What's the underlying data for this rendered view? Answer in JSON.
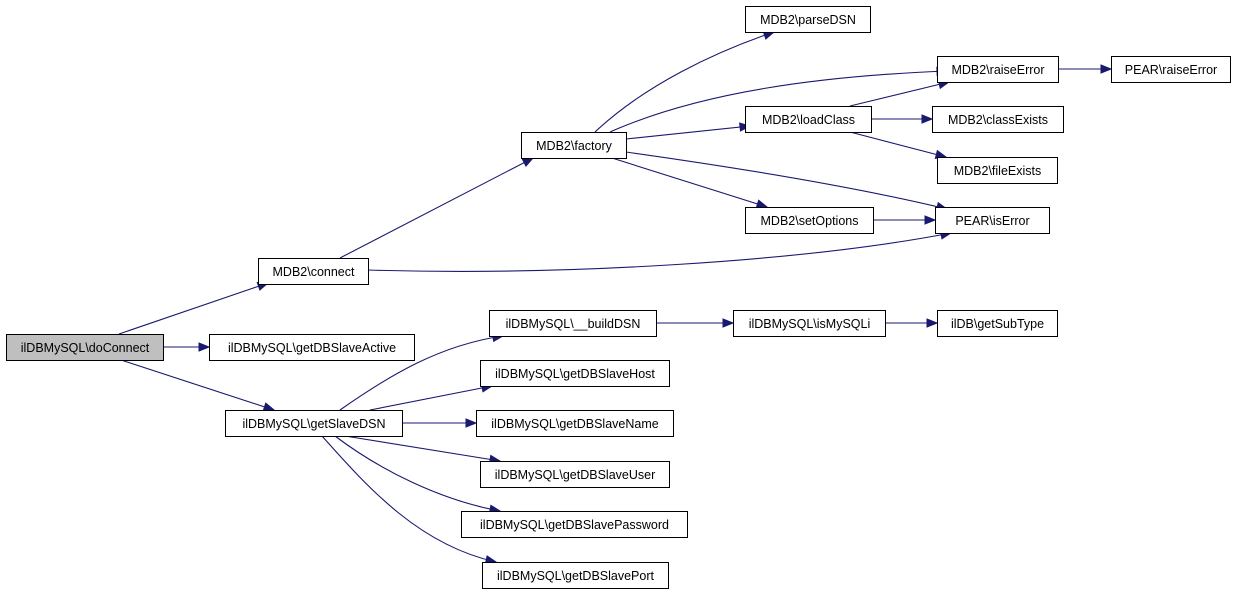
{
  "nodes": [
    {
      "id": "doConnect",
      "label": "ilDBMySQL\\doConnect",
      "root": true
    },
    {
      "id": "connect",
      "label": "MDB2\\connect"
    },
    {
      "id": "getDBSlaveActive",
      "label": "ilDBMySQL\\getDBSlaveActive"
    },
    {
      "id": "getSlaveDSN",
      "label": "ilDBMySQL\\getSlaveDSN"
    },
    {
      "id": "factory",
      "label": "MDB2\\factory"
    },
    {
      "id": "parseDSN",
      "label": "MDB2\\parseDSN"
    },
    {
      "id": "loadClass",
      "label": "MDB2\\loadClass"
    },
    {
      "id": "setOptions",
      "label": "MDB2\\setOptions"
    },
    {
      "id": "raiseError",
      "label": "MDB2\\raiseError"
    },
    {
      "id": "classExists",
      "label": "MDB2\\classExists"
    },
    {
      "id": "fileExists",
      "label": "MDB2\\fileExists"
    },
    {
      "id": "isError",
      "label": "PEAR\\isError"
    },
    {
      "id": "pearRaiseError",
      "label": "PEAR\\raiseError"
    },
    {
      "id": "buildDSN",
      "label": "ilDBMySQL\\__buildDSN"
    },
    {
      "id": "isMySQLi",
      "label": "ilDBMySQL\\isMySQLi"
    },
    {
      "id": "getSubType",
      "label": "ilDB\\getSubType"
    },
    {
      "id": "getDBSlaveHost",
      "label": "ilDBMySQL\\getDBSlaveHost"
    },
    {
      "id": "getDBSlaveName",
      "label": "ilDBMySQL\\getDBSlaveName"
    },
    {
      "id": "getDBSlaveUser",
      "label": "ilDBMySQL\\getDBSlaveUser"
    },
    {
      "id": "getDBSlavePassword",
      "label": "ilDBMySQL\\getDBSlavePassword"
    },
    {
      "id": "getDBSlavePort",
      "label": "ilDBMySQL\\getDBSlavePort"
    }
  ],
  "edges": [
    {
      "from": "doConnect",
      "to": "connect"
    },
    {
      "from": "doConnect",
      "to": "getDBSlaveActive"
    },
    {
      "from": "doConnect",
      "to": "getSlaveDSN"
    },
    {
      "from": "connect",
      "to": "factory"
    },
    {
      "from": "connect",
      "to": "isError"
    },
    {
      "from": "factory",
      "to": "parseDSN"
    },
    {
      "from": "factory",
      "to": "raiseError"
    },
    {
      "from": "factory",
      "to": "loadClass"
    },
    {
      "from": "factory",
      "to": "setOptions"
    },
    {
      "from": "factory",
      "to": "isError"
    },
    {
      "from": "loadClass",
      "to": "raiseError"
    },
    {
      "from": "loadClass",
      "to": "classExists"
    },
    {
      "from": "loadClass",
      "to": "fileExists"
    },
    {
      "from": "setOptions",
      "to": "isError"
    },
    {
      "from": "raiseError",
      "to": "pearRaiseError"
    },
    {
      "from": "getSlaveDSN",
      "to": "buildDSN"
    },
    {
      "from": "getSlaveDSN",
      "to": "getDBSlaveHost"
    },
    {
      "from": "getSlaveDSN",
      "to": "getDBSlaveName"
    },
    {
      "from": "getSlaveDSN",
      "to": "getDBSlaveUser"
    },
    {
      "from": "getSlaveDSN",
      "to": "getDBSlavePassword"
    },
    {
      "from": "getSlaveDSN",
      "to": "getDBSlavePort"
    },
    {
      "from": "buildDSN",
      "to": "isMySQLi"
    },
    {
      "from": "isMySQLi",
      "to": "getSubType"
    }
  ]
}
